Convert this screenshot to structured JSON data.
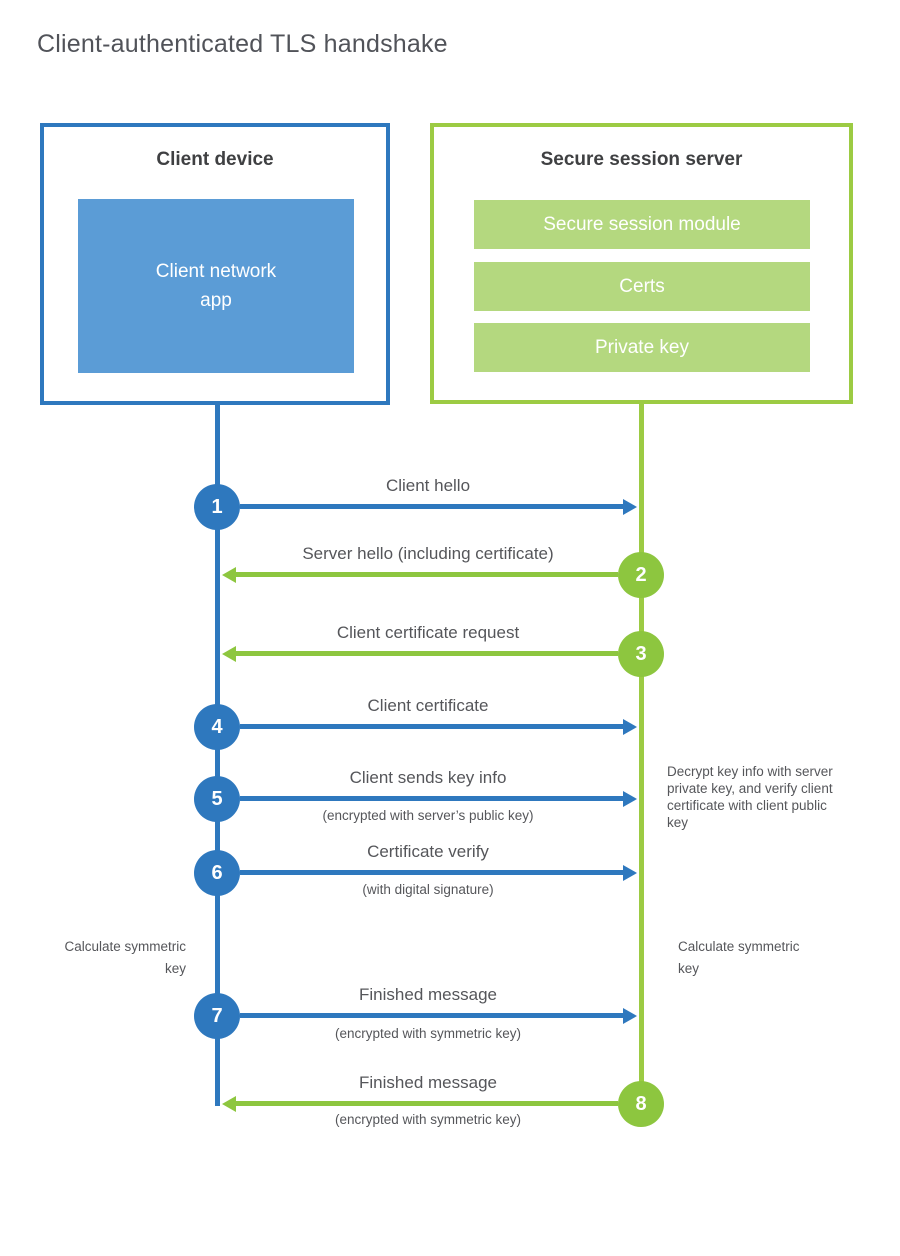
{
  "title": "Client-authenticated TLS handshake",
  "colors": {
    "blue": "#2E78BE",
    "blue_fill": "#5B9CD6",
    "green": "#9CCB43",
    "green_circle": "#8DC63F",
    "green_fill": "#B4D87F",
    "text": "#55565A"
  },
  "client": {
    "title": "Client device",
    "app_label": "Client network\napp"
  },
  "server": {
    "title": "Secure session server",
    "modules": [
      "Secure session module",
      "Certs",
      "Private key"
    ]
  },
  "messages": [
    {
      "step": "1",
      "label": "Client hello",
      "sublabel": "",
      "from": "client",
      "to": "server"
    },
    {
      "step": "2",
      "label": "Server hello (including certificate)",
      "sublabel": "",
      "from": "server",
      "to": "client"
    },
    {
      "step": "3",
      "label": "Client certificate request",
      "sublabel": "",
      "from": "server",
      "to": "client"
    },
    {
      "step": "4",
      "label": "Client certificate",
      "sublabel": "",
      "from": "client",
      "to": "server"
    },
    {
      "step": "5",
      "label": "Client sends key info",
      "sublabel": "(encrypted with server’s public key)",
      "from": "client",
      "to": "server"
    },
    {
      "step": "6",
      "label": "Certificate verify",
      "sublabel": "(with digital signature)",
      "from": "client",
      "to": "server"
    },
    {
      "step": "7",
      "label": "Finished message",
      "sublabel": "(encrypted with symmetric key)",
      "from": "client",
      "to": "server"
    },
    {
      "step": "8",
      "label": "Finished message",
      "sublabel": "(encrypted with symmetric key)",
      "from": "server",
      "to": "client"
    }
  ],
  "notes": {
    "decrypt": "Decrypt key info with server private key, and verify client certificate with client public key",
    "calc_left": "Calculate symmetric key",
    "calc_right": "Calculate symmetric key"
  }
}
